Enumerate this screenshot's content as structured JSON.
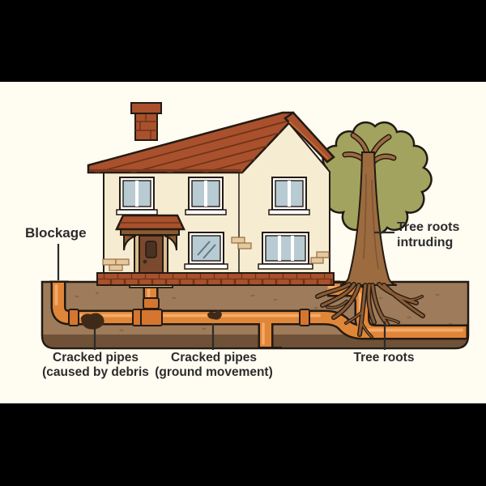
{
  "diagram": {
    "description": "Cross-section illustration of a house with underground drain pipes showing common drainage problems",
    "labels": {
      "blockage": {
        "text": "Blockage"
      },
      "tree_roots_intruding": {
        "lines": [
          "Tree roots",
          "intruding"
        ]
      },
      "cracked_pipes_debris": {
        "lines": [
          "Cracked pipes",
          "(caused by debris"
        ]
      },
      "cracked_pipes_ground": {
        "lines": [
          "Cracked pipes",
          "(ground movement)"
        ]
      },
      "tree_roots": {
        "text": "Tree roots"
      }
    },
    "colors": {
      "letterbox": "#000000",
      "background": "#fffcf2",
      "outline": "#231a12",
      "soil": "#9e7b5a",
      "soil_dark_band": "#6f5138",
      "pipe": "#e08638",
      "pipe_highlight": "#f4aa66",
      "pipe_fitting": "#d4762f",
      "blockage_blob": "#3f2a1a",
      "roof": "#a8512c",
      "roof_line": "#713318",
      "wall": "#f6ecd2",
      "window_glass": "#b9cbd2",
      "door": "#7b4a2e",
      "door_frame": "#d9bc8e",
      "porch_wood": "#8b5a33",
      "foliage": "#a2a35f",
      "trunk": "#9c6b3f",
      "label_text": "#2b2b2b"
    }
  }
}
